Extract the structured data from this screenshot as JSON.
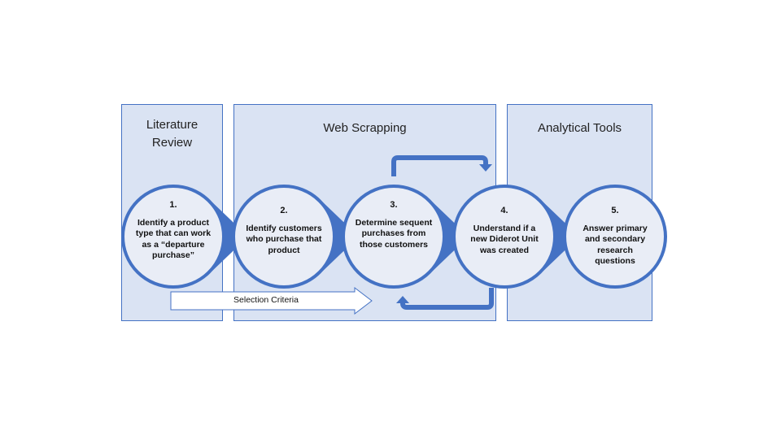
{
  "panels": {
    "literature": "Literature Review",
    "web": "Web Scrapping",
    "analytical": "Analytical Tools"
  },
  "steps": [
    {
      "number": "1.",
      "text": "Identify a product type that can work as a “departure purchase”"
    },
    {
      "number": "2.",
      "text": "Identify customers who purchase that product"
    },
    {
      "number": "3.",
      "text": "Determine sequent purchases from those customers"
    },
    {
      "number": "4.",
      "text": "Understand if a new Diderot Unit was created"
    },
    {
      "number": "5.",
      "text": "Answer primary and secondary research questions"
    }
  ],
  "selection_arrow": {
    "label": "Selection Criteria"
  },
  "colors": {
    "panel_fill": "#dae3f3",
    "accent": "#4472c4",
    "circle_fill": "#e9edf6"
  }
}
